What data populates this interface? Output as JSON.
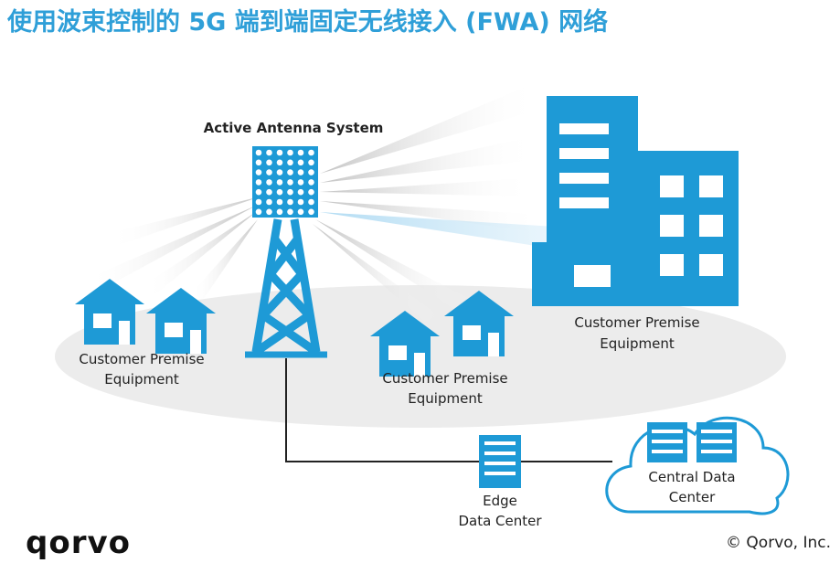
{
  "title": "使用波束控制的 5G 端到端固定无线接入 (FWA) 网络",
  "antenna_label": "Active Antenna System",
  "cpe_left": {
    "line1": "Customer Premise",
    "line2": "Equipment"
  },
  "cpe_middle": {
    "line1": "Customer Premise",
    "line2": "Equipment"
  },
  "cpe_right": {
    "line1": "Customer Premise",
    "line2": "Equipment"
  },
  "edge_dc": {
    "line1": "Edge",
    "line2": "Data Center"
  },
  "central_dc": {
    "line1": "Central Data",
    "line2": "Center"
  },
  "logo": "qorvo",
  "copyright": "© Qorvo, Inc.",
  "colors": {
    "accent": "#1e9ad6",
    "title": "#2f9fd8",
    "ellipse": "#ececec",
    "line": "#222222"
  }
}
